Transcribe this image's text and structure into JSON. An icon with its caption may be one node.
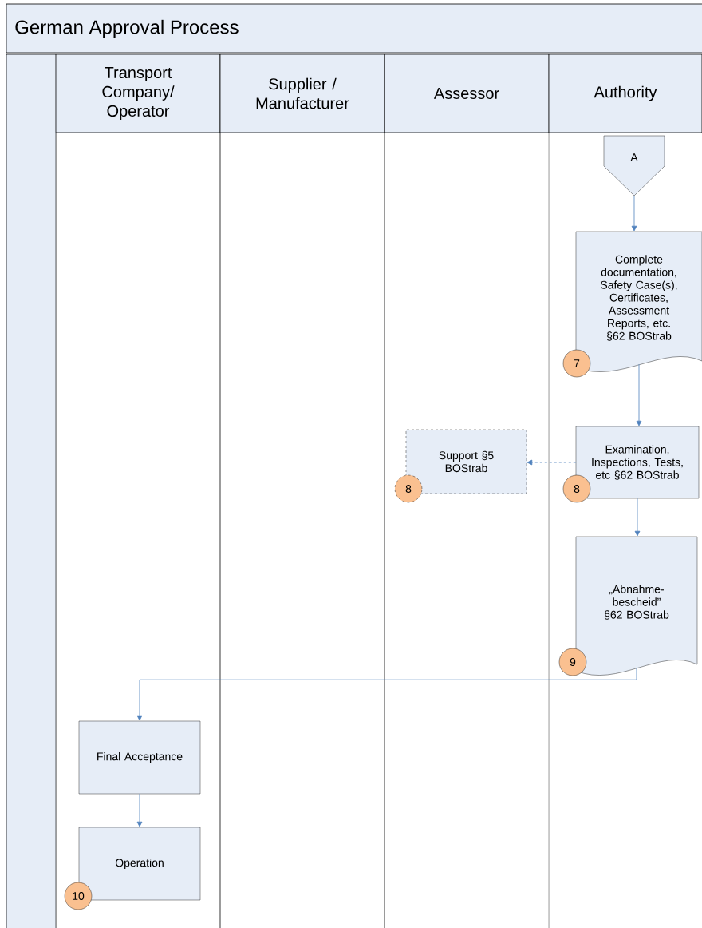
{
  "diagram": {
    "title": "German Approval Process",
    "nodes": [
      {
        "text": [
          "Transport Company/ Operator"
        ]
      },
      {
        "text": [
          "Supplier / Manufacturer"
        ]
      },
      {
        "text": [
          "Assessor"
        ]
      },
      {
        "text": [
          "Authority"
        ]
      },
      {
        "text": [
          "A"
        ]
      },
      {
        "text": [
          "Complete documentation, Safety Case(s), Certificates, Assessment Reports, etc. §62 BOStrab"
        ]
      },
      {
        "text": [
          "7"
        ]
      },
      {
        "text": [
          "Support §5 BOStrab"
        ]
      },
      {
        "text": [
          "8"
        ]
      },
      {
        "text": [
          "Examination, Inspections, Tests, etc §62 BOStrab"
        ]
      },
      {
        "text": [
          "8"
        ]
      },
      {
        "text": [
          "„Abnahme-bescheid” §62 BOStrab"
        ]
      },
      {
        "text": [
          "9"
        ]
      },
      {
        "text": [
          "Final Acceptance"
        ]
      },
      {
        "text": [
          "Operation"
        ]
      },
      {
        "text": [
          "10"
        ]
      }
    ],
    "edges": [
      {
        "from": 4,
        "to": 5,
        "arrow": "to"
      },
      {
        "from": 5,
        "to": 9,
        "arrow": "to"
      },
      {
        "from": 9,
        "to": 7,
        "arrow": "to",
        "style": "dashed"
      },
      {
        "from": 9,
        "to": 11,
        "arrow": "to"
      },
      {
        "from": 11,
        "to": 13,
        "arrow": "to"
      },
      {
        "from": 13,
        "to": 14,
        "arrow": "to"
      }
    ]
  }
}
